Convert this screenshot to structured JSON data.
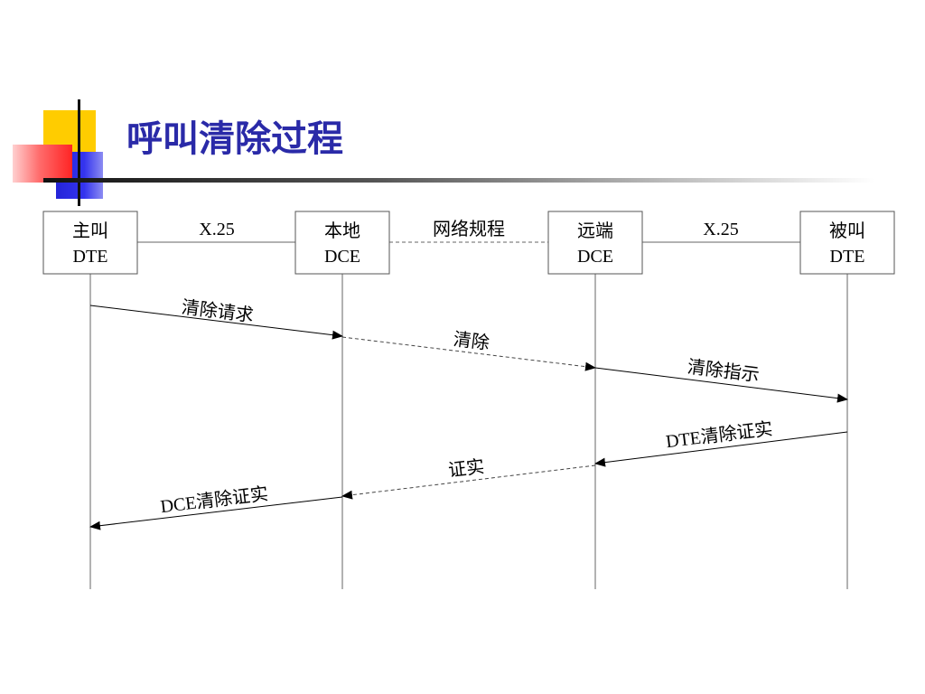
{
  "title": "呼叫清除过程",
  "entities": [
    {
      "line1": "主叫",
      "line2": "DTE"
    },
    {
      "line1": "本地",
      "line2": "DCE"
    },
    {
      "line1": "远端",
      "line2": "DCE"
    },
    {
      "line1": "被叫",
      "line2": "DTE"
    }
  ],
  "links": [
    "X.25",
    "网络规程",
    "X.25"
  ],
  "messages": [
    {
      "label": "清除请求",
      "from": 0,
      "to": 1,
      "style": "solid"
    },
    {
      "label": "清除",
      "from": 1,
      "to": 2,
      "style": "dashed"
    },
    {
      "label": "清除指示",
      "from": 2,
      "to": 3,
      "style": "solid"
    },
    {
      "label": "DTE清除证实",
      "from": 3,
      "to": 2,
      "style": "solid"
    },
    {
      "label": "证实",
      "from": 2,
      "to": 1,
      "style": "dashed"
    },
    {
      "label": "DCE清除证实",
      "from": 1,
      "to": 0,
      "style": "solid"
    }
  ]
}
